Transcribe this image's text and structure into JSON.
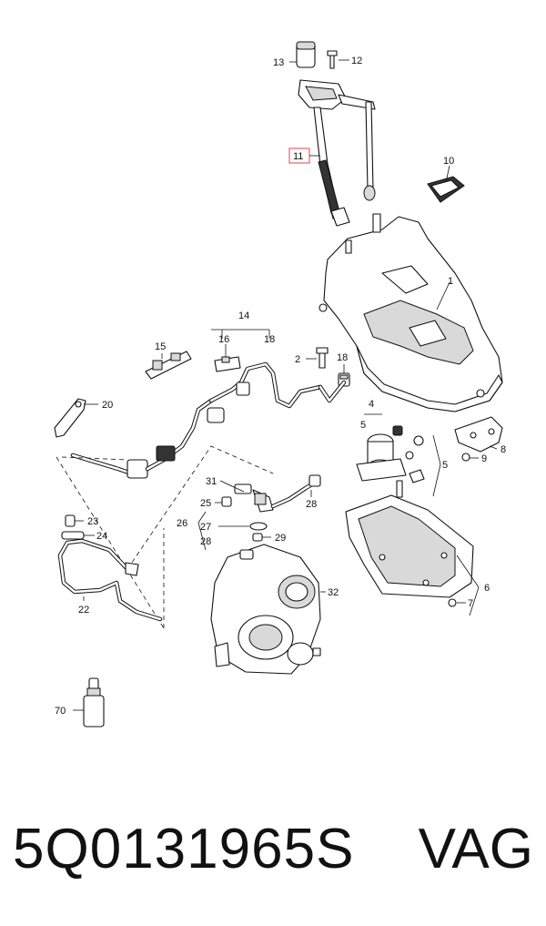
{
  "diagram": {
    "callouts": {
      "c1": "1",
      "c2": "2",
      "c4": "4",
      "c5a": "5",
      "c5b": "5",
      "c6": "6",
      "c7": "7",
      "c8": "8",
      "c9": "9",
      "c10": "10",
      "c11": "11",
      "c12": "12",
      "c13": "13",
      "c14": "14",
      "c15": "15",
      "c16": "16",
      "c18a": "18",
      "c18b": "18",
      "c20": "20",
      "c22": "22",
      "c23": "23",
      "c24": "24",
      "c25": "25",
      "c26": "26",
      "c27": "27",
      "c28a": "28",
      "c28b": "28",
      "c29": "29",
      "c31": "31",
      "c32": "32",
      "c70": "70"
    },
    "highlight_color": "#e8424a"
  },
  "caption": {
    "part_number": "5Q0131965S",
    "brand": "VAG"
  }
}
